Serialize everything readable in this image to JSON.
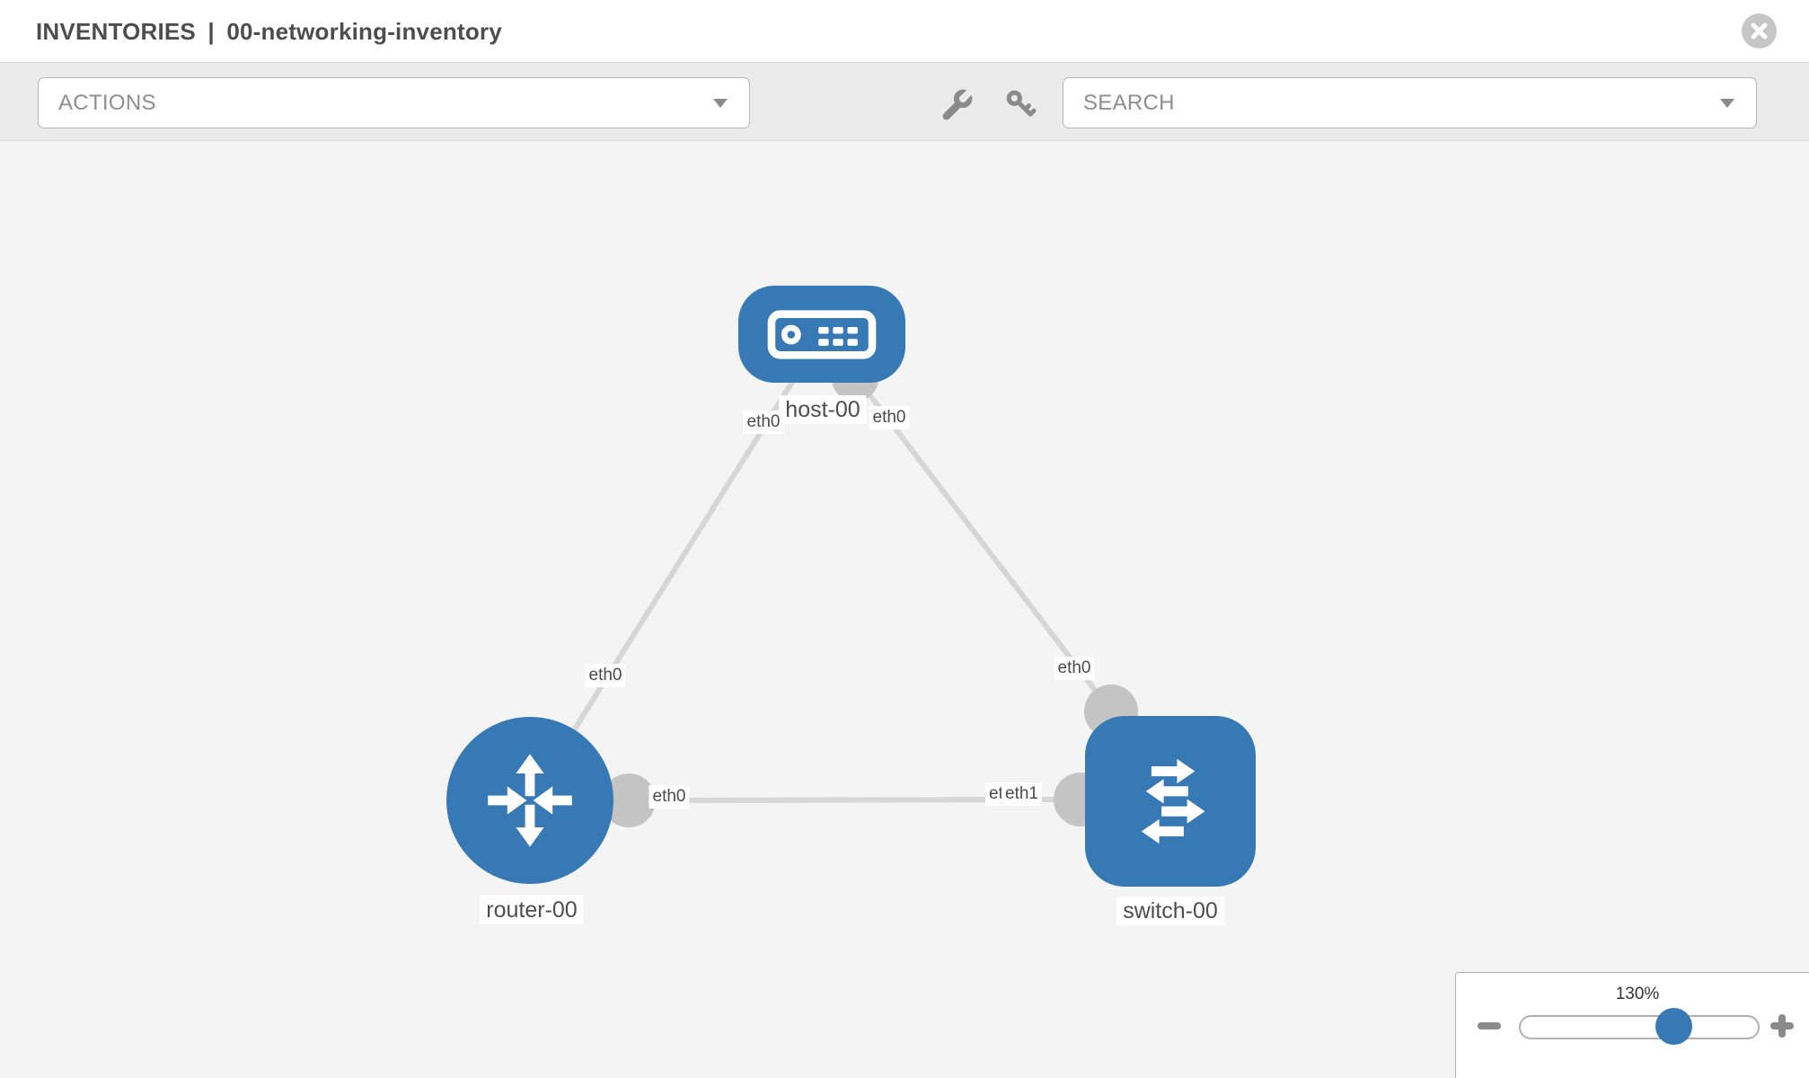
{
  "header": {
    "section": "INVENTORIES",
    "separator": "|",
    "inventory_name": "00-networking-inventory"
  },
  "toolbar": {
    "actions_label": "ACTIONS",
    "search_placeholder": "SEARCH"
  },
  "icons": {
    "close": "x-in-circle",
    "actions_caret": "caret-down",
    "search_caret": "caret-down",
    "tools": [
      "wrench",
      "key"
    ],
    "node_host": "server-chassis",
    "node_router": "router-arrows",
    "node_switch": "switch-arrows",
    "zoom_out": "minus",
    "zoom_in": "plus"
  },
  "colors": {
    "node_blue": "#3779b4",
    "connector_gray": "#c4c4c4",
    "link_gray": "#d6d6d6",
    "canvas_bg": "#f4f4f4",
    "toolbar_bg": "#ebebeb"
  },
  "topology": {
    "nodes": [
      {
        "label": "host-00",
        "type": "host"
      },
      {
        "label": "router-00",
        "type": "router"
      },
      {
        "label": "switch-00",
        "type": "switch"
      }
    ],
    "links": [
      {
        "from": "router-00",
        "to": "host-00",
        "from_if": "eth0",
        "to_if": "eth0"
      },
      {
        "from": "host-00",
        "to": "switch-00",
        "from_if": "eth0",
        "to_if": "eth0"
      },
      {
        "from": "router-00",
        "to": "switch-00",
        "from_if": "eth0",
        "to_if": "eth1"
      }
    ],
    "interface_chips": [
      {
        "text": "eth0",
        "position": "host-left"
      },
      {
        "text": "eth0",
        "position": "host-right"
      },
      {
        "text": "eth0",
        "position": "router-host-link"
      },
      {
        "text": "eth0",
        "position": "router-switch-link-near-router"
      },
      {
        "text": "eth0",
        "position": "switch-top-left"
      },
      {
        "text": "eth0",
        "position": "switch-left-underneath"
      },
      {
        "text": "eth1",
        "position": "switch-left-on-top"
      }
    ]
  },
  "zoom_control": {
    "value_label": "130%",
    "percent": 130
  }
}
